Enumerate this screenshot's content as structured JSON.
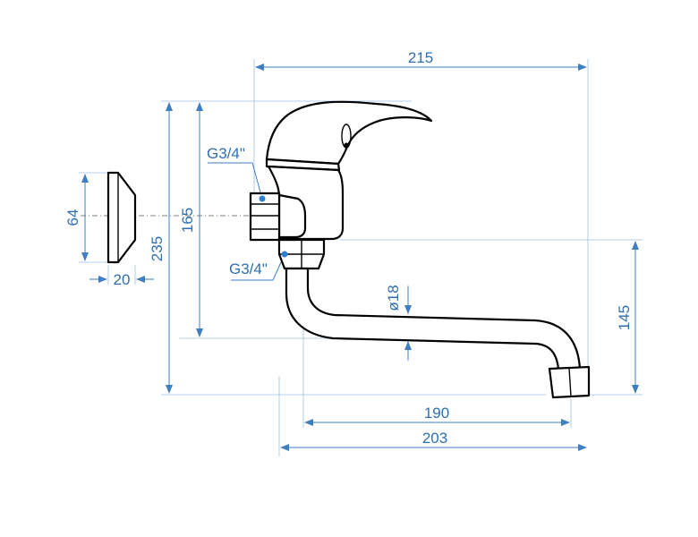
{
  "dimensions": {
    "overall_width": "215",
    "overall_height": "235",
    "inlet_height": "165",
    "spout_height": "145",
    "spout_reach_inner": "190",
    "spout_reach_outer": "203",
    "flange_diameter": "64",
    "flange_depth": "20",
    "pipe_diameter": "ø18"
  },
  "threads": {
    "upper": "G3/4\"",
    "lower": "G3/4\""
  }
}
